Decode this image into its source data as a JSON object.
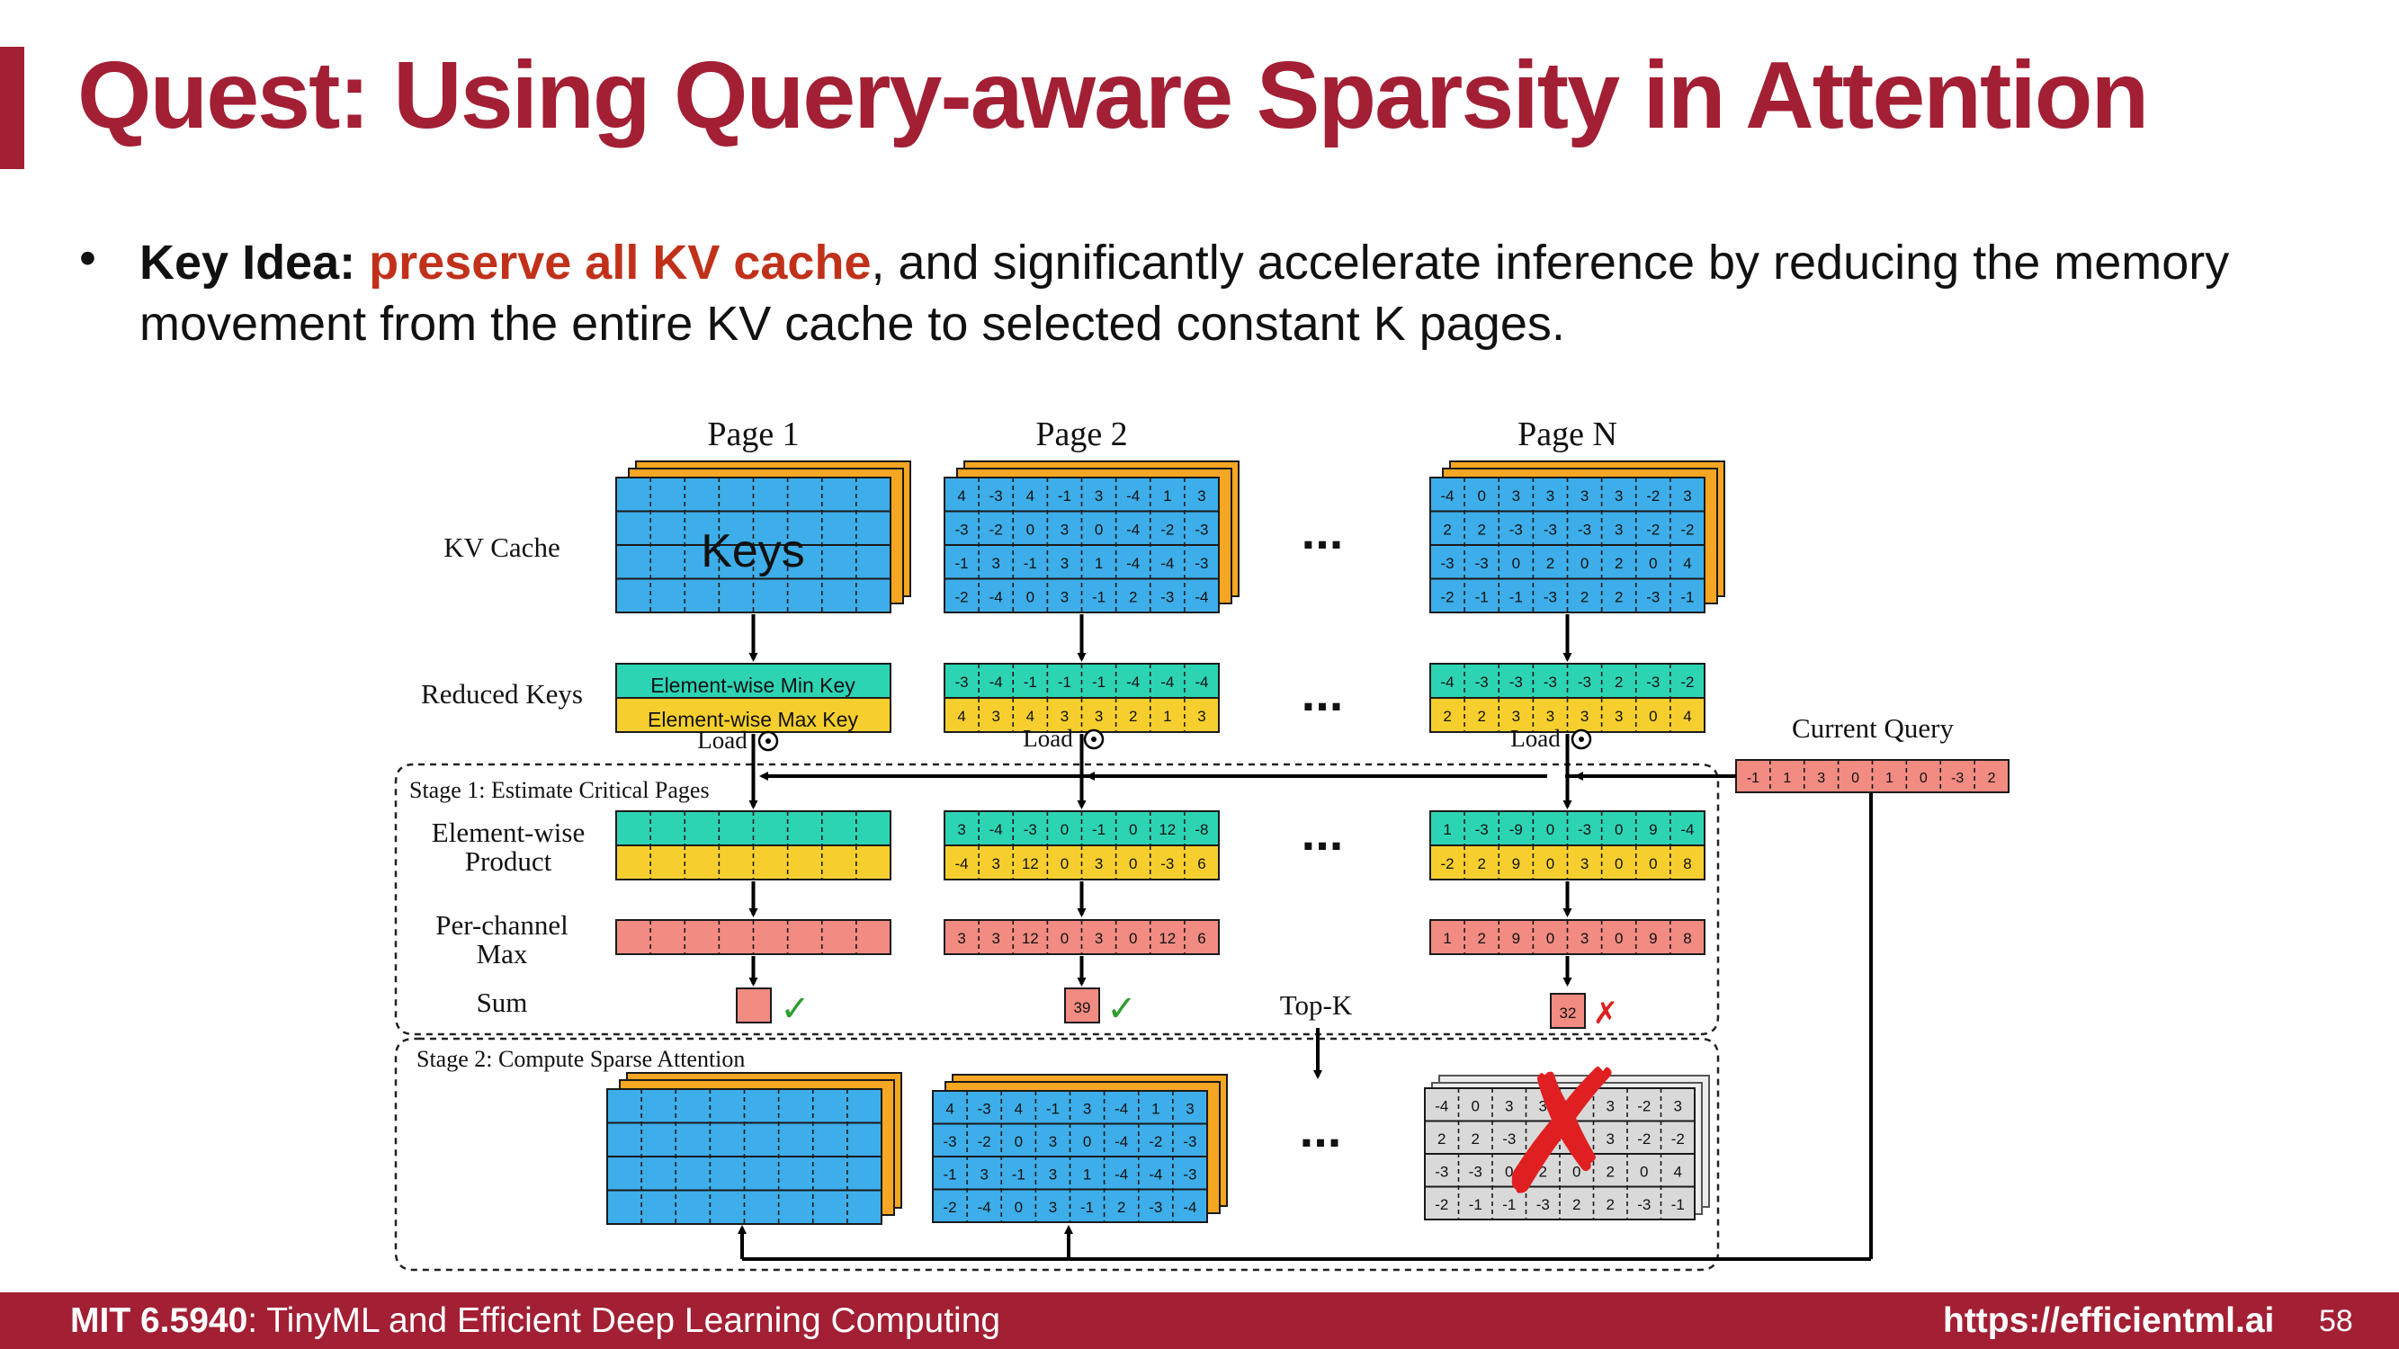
{
  "slide": {
    "title": "Quest: Using Query-aware Sparsity in Attention",
    "bullet": {
      "lead": "Key Idea:",
      "highlight": "preserve all KV cache",
      "rest": ", and significantly accelerate inference by reducing the memory movement from the entire KV cache to selected constant K pages."
    }
  },
  "diagram": {
    "page_labels": [
      "Page 1",
      "Page 2",
      "Page N"
    ],
    "row_labels": {
      "kv_cache": "KV Cache",
      "reduced_keys": "Reduced Keys",
      "elementwise_1": "Element-wise",
      "elementwise_2": "Product",
      "perchannel_1": "Per-channel",
      "perchannel_2": "Max",
      "sum": "Sum"
    },
    "keys_label": "Keys",
    "min_key_label": "Element-wise Min Key",
    "max_key_label": "Element-wise Max Key",
    "load_label": "Load",
    "stage1_label": "Stage 1: Estimate Critical Pages",
    "stage2_label": "Stage 2: Compute Sparse Attention",
    "topk_label": "Top-K",
    "current_query_label": "Current Query",
    "ellipsis": "...",
    "page2_keys": [
      [
        "4",
        "-3",
        "4",
        "-1",
        "3",
        "-4",
        "1",
        "3"
      ],
      [
        "-3",
        "-2",
        "0",
        "3",
        "0",
        "-4",
        "-2",
        "-3"
      ],
      [
        "-1",
        "3",
        "-1",
        "3",
        "1",
        "-4",
        "-4",
        "-3"
      ],
      [
        "-2",
        "-4",
        "0",
        "3",
        "-1",
        "2",
        "-3",
        "-4"
      ]
    ],
    "pageN_keys": [
      [
        "-4",
        "0",
        "3",
        "3",
        "3",
        "3",
        "-2",
        "3"
      ],
      [
        "2",
        "2",
        "-3",
        "-3",
        "-3",
        "3",
        "-2",
        "-2"
      ],
      [
        "-3",
        "-3",
        "0",
        "2",
        "0",
        "2",
        "0",
        "4"
      ],
      [
        "-2",
        "-1",
        "-1",
        "-3",
        "2",
        "2",
        "-3",
        "-1"
      ]
    ],
    "page2_min": [
      "-3",
      "-4",
      "-1",
      "-1",
      "-1",
      "-4",
      "-4",
      "-4"
    ],
    "page2_max": [
      "4",
      "3",
      "4",
      "3",
      "3",
      "2",
      "1",
      "3"
    ],
    "pageN_min": [
      "-4",
      "-3",
      "-3",
      "-3",
      "-3",
      "2",
      "-3",
      "-2"
    ],
    "pageN_max": [
      "2",
      "2",
      "3",
      "3",
      "3",
      "3",
      "0",
      "4"
    ],
    "current_query": [
      "-1",
      "1",
      "3",
      "0",
      "1",
      "0",
      "-3",
      "2"
    ],
    "page2_prod_min": [
      "3",
      "-4",
      "-3",
      "0",
      "-1",
      "0",
      "12",
      "-8"
    ],
    "page2_prod_max": [
      "-4",
      "3",
      "12",
      "0",
      "3",
      "0",
      "-3",
      "6"
    ],
    "pageN_prod_min": [
      "1",
      "-3",
      "-9",
      "0",
      "-3",
      "0",
      "9",
      "-4"
    ],
    "pageN_prod_max": [
      "-2",
      "2",
      "9",
      "0",
      "3",
      "0",
      "0",
      "8"
    ],
    "page2_channel_max": [
      "3",
      "3",
      "12",
      "0",
      "3",
      "0",
      "12",
      "6"
    ],
    "pageN_channel_max": [
      "1",
      "2",
      "9",
      "0",
      "3",
      "0",
      "9",
      "8"
    ],
    "page2_sum": "39",
    "pageN_sum": "32",
    "check_mark": "✓",
    "cross_mark": "✗",
    "big_x": "✗",
    "colors": {
      "accent": "#a31f34",
      "key_blue": "#3daee9",
      "key_orange": "#f5a623",
      "min_teal": "#2dd4b4",
      "max_yellow": "#f6cf2f",
      "salmon": "#f28b82",
      "gray": "#d9d9d9",
      "check_green": "#2e9e2e",
      "cross_red": "#e02020"
    }
  },
  "footer": {
    "course_bold": "MIT 6.5940",
    "course_rest": ": TinyML and Efficient Deep Learning Computing",
    "url": "https://efficientml.ai",
    "page_number": "58"
  }
}
